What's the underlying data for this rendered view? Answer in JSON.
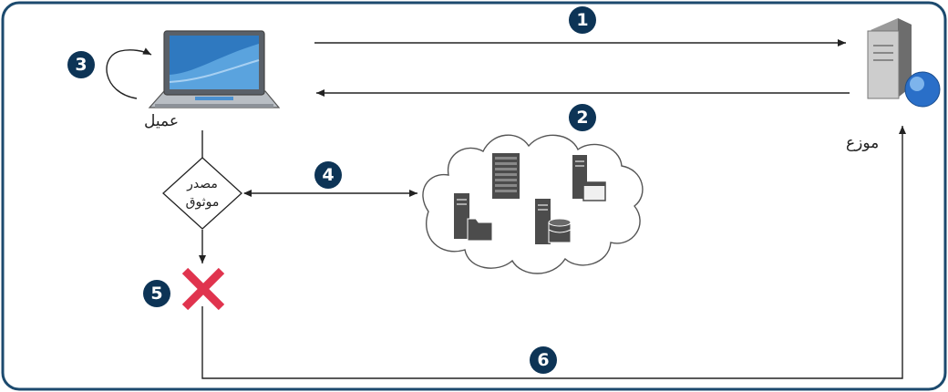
{
  "nodes": {
    "client": "عميل",
    "server": "موزع",
    "trusted_source_line1": "مصدر",
    "trusted_source_line2": "موثوق"
  },
  "steps": [
    "1",
    "2",
    "3",
    "4",
    "5",
    "6"
  ],
  "colors": {
    "frame": "#1c4a6e",
    "badge": "#0d3456",
    "reject_mark": "#e0344e",
    "arrow": "#222222",
    "server_icon": "#4c4c4c"
  },
  "icons": [
    "laptop-icon",
    "server-globe-icon",
    "reject-x-icon",
    "cloud-icon",
    "server-rack-icon",
    "server-window-icon",
    "server-folder-icon",
    "server-database-icon"
  ]
}
